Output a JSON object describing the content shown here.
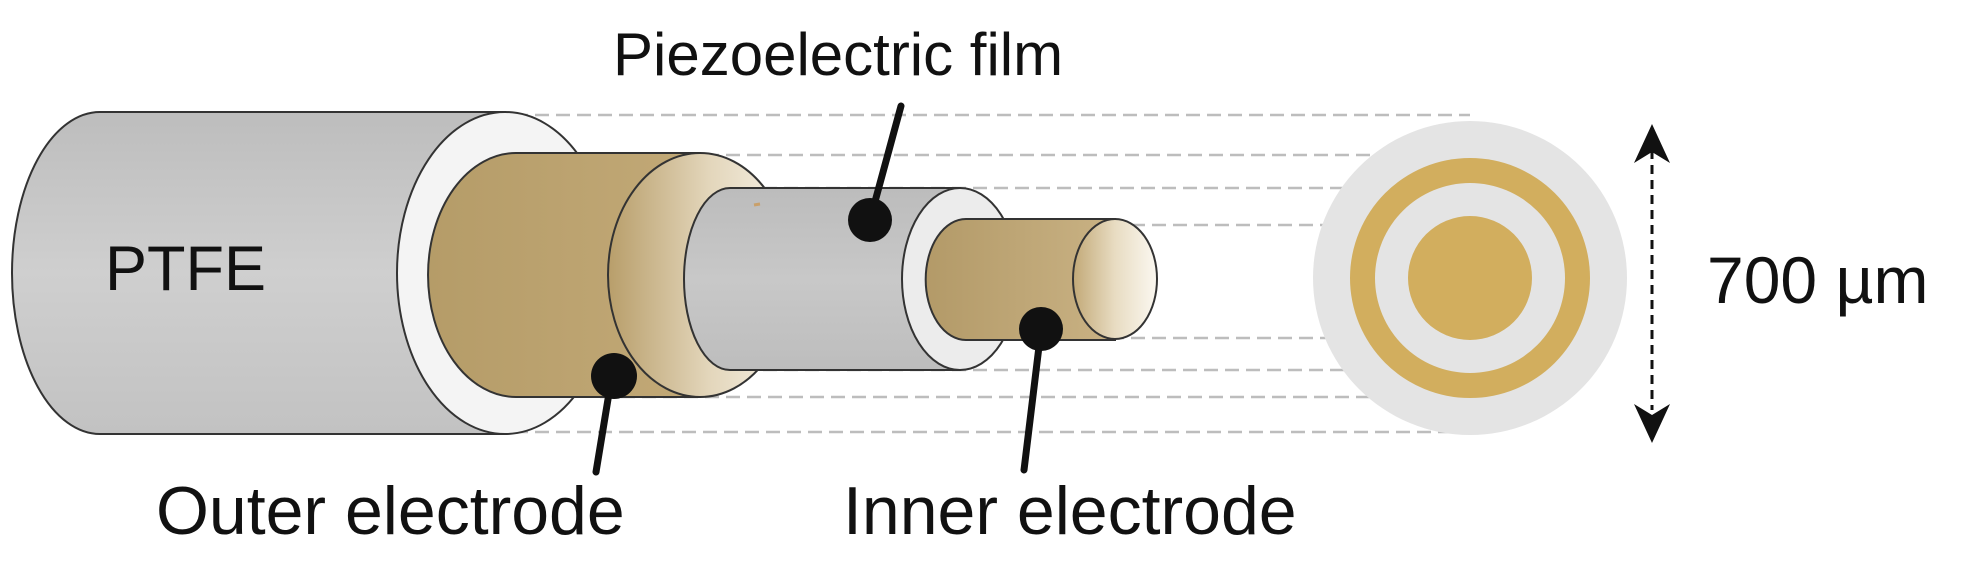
{
  "labels": {
    "ptfe": "PTFE",
    "piezoelectric_film": "Piezoelectric film",
    "outer_electrode": "Outer electrode",
    "inner_electrode": "Inner electrode",
    "diameter": "700 µm"
  },
  "colors": {
    "ptfe": "#c9c9c9",
    "ptfe_light": "#e6e6e6",
    "electrode": "#b89e6a",
    "electrode_dark": "#a8905f",
    "electrode_highlight": "#f3ecdc",
    "film": "#c3c3c3",
    "film_light": "#e8e8e8",
    "cross_section_gold": "#d2ae5e",
    "cross_section_gray": "#e4e4e4",
    "guide_line": "#bbbbbb",
    "ink": "#111111"
  }
}
